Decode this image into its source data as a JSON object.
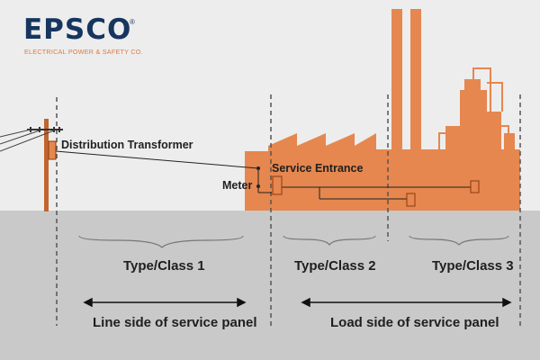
{
  "logo": {
    "name": "EPSCO",
    "tagline": "ELECTRICAL POWER & SAFETY CO.",
    "registered": "®"
  },
  "labels": {
    "distribution_transformer": "Distribution Transformer",
    "service_entrance": "Service Entrance",
    "meter": "Meter",
    "class1": "Type/Class 1",
    "class2": "Type/Class 2",
    "class3": "Type/Class 3",
    "line_side": "Line side of service panel",
    "load_side": "Load side of service panel"
  },
  "colors": {
    "brand_navy": "#16355f",
    "brand_orange": "#e07a3c",
    "factory": "#e5874f",
    "ground": "#c9c9c9",
    "sky": "#ededed"
  }
}
